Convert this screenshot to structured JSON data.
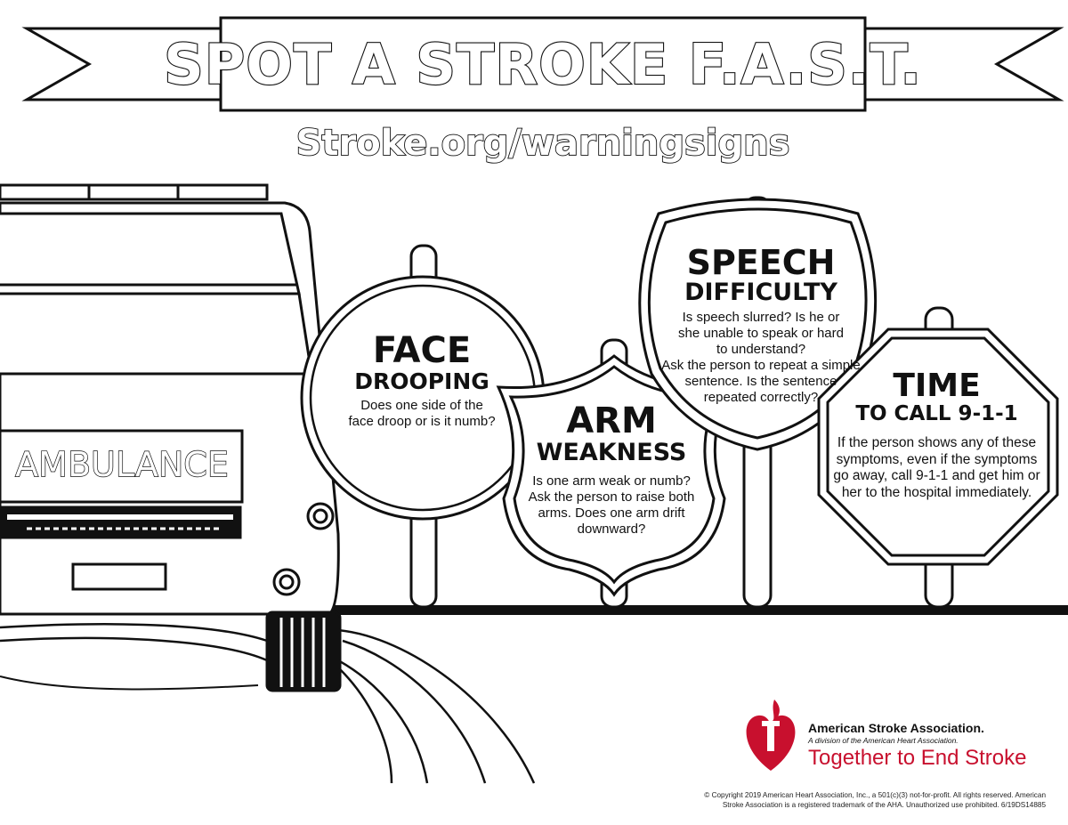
{
  "header": {
    "title": "SPOT A STROKE F.A.S.T.",
    "url": "Stroke.org/warningsigns"
  },
  "ambulance": {
    "label": "AMBULANCE"
  },
  "signs": {
    "face": {
      "heading": "FACE",
      "subheading": "DROOPING",
      "body_lines": [
        "Does one side of the",
        "face droop or is it numb?"
      ]
    },
    "arm": {
      "heading": "ARM",
      "subheading": "WEAKNESS",
      "body_lines": [
        "Is one arm weak or numb?",
        "Ask the person to raise both",
        "arms. Does one arm drift",
        "downward?"
      ]
    },
    "speech": {
      "heading": "SPEECH",
      "subheading": "DIFFICULTY",
      "body_lines": [
        "Is speech slurred? Is he or",
        "she unable to speak or hard",
        "to understand?",
        "Ask the person to repeat a simple",
        "sentence. Is the sentence",
        "repeated correctly?"
      ]
    },
    "time": {
      "heading": "TIME",
      "subheading": "TO CALL 9-1-1",
      "body_lines": [
        "If the person shows any of these",
        "symptoms, even if the symptoms",
        "go away, call 9-1-1 and get him or",
        "her to the hospital immediately."
      ]
    }
  },
  "brand": {
    "name": "American Stroke Association.",
    "division": "A division of the American Heart Association.",
    "tagline": "Together to End Stroke",
    "logo_icon": "heart-torch-logo-icon",
    "red": "#c8102e"
  },
  "footer": {
    "copyright_lines": [
      "© Copyright 2019 American Heart Association, Inc., a 501(c)(3) not-for-profit. All rights reserved. American",
      "Stroke Association is a registered trademark of the AHA. Unauthorized use prohibited.  6/19DS14885"
    ]
  },
  "colors": {
    "ink": "#111111",
    "paper": "#ffffff",
    "brand_red": "#c8102e"
  }
}
